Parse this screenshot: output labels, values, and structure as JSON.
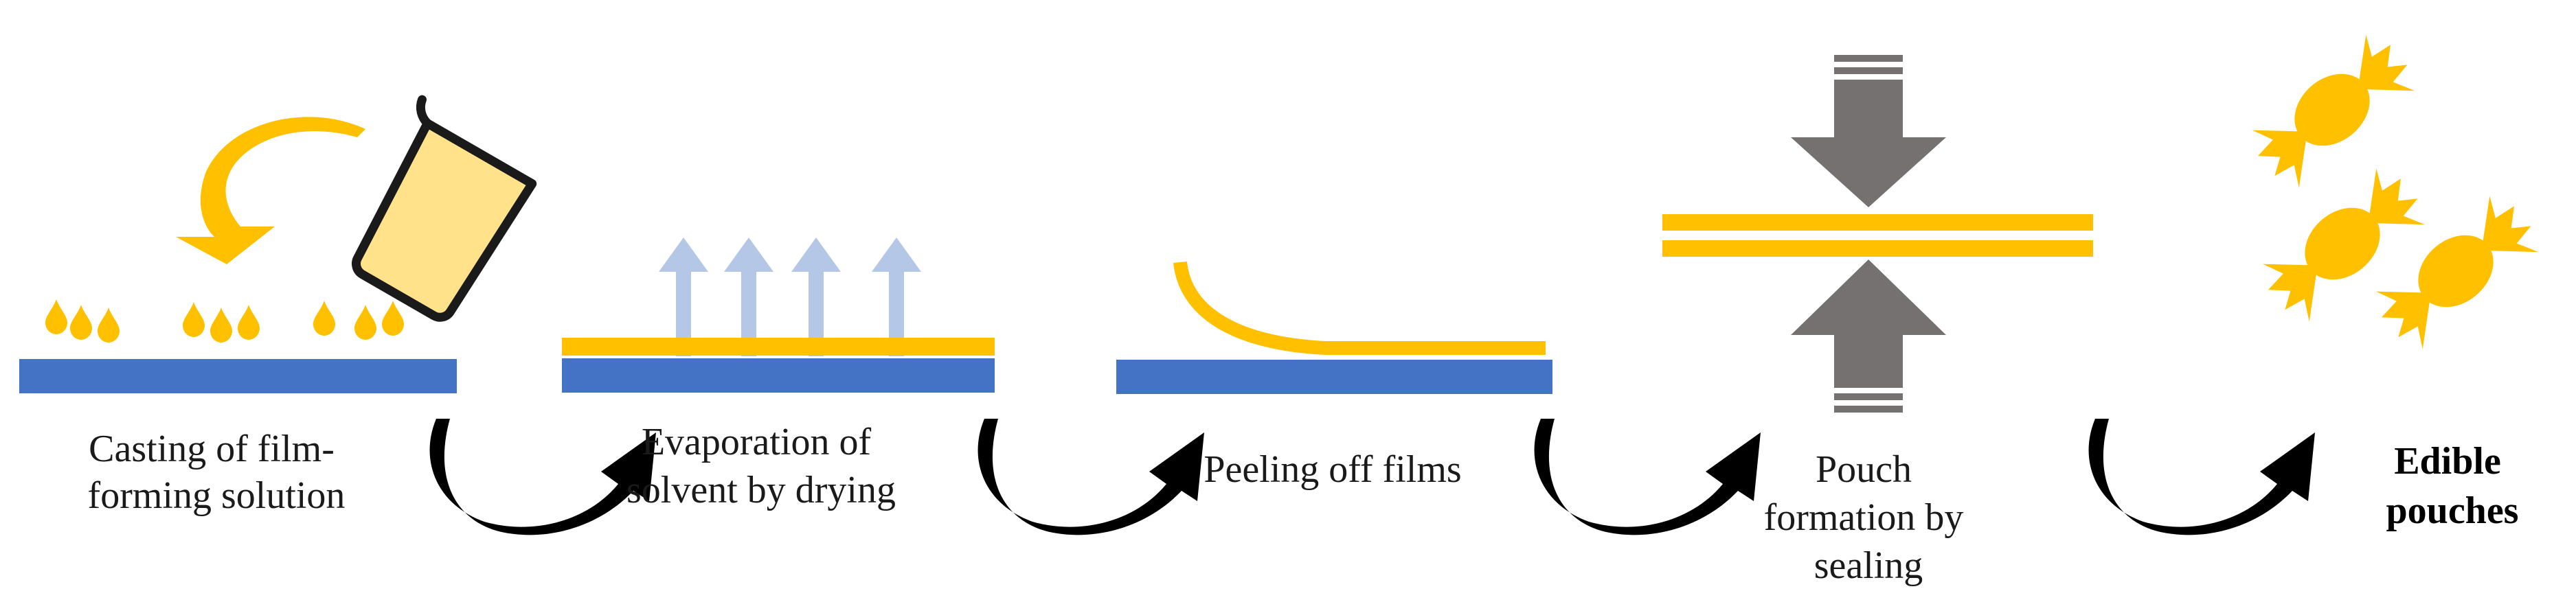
{
  "colors": {
    "yellow": "#FFC000",
    "blue": "#4472C4",
    "beaker_fill": "#FFE28A",
    "arrow_light_blue": "#B4C7E7",
    "press_gray": "#747170",
    "curved_arrow": "#000000"
  },
  "steps": [
    {
      "label_lines": [
        "Casting of film-",
        "forming solution"
      ]
    },
    {
      "label_lines": [
        "Evaporation of",
        "solvent by drying"
      ]
    },
    {
      "label_lines": [
        "Peeling off films"
      ]
    },
    {
      "label_lines": [
        "Pouch",
        "formation by",
        "sealing"
      ]
    },
    {
      "label_lines": [
        "Edible",
        "pouches"
      ]
    }
  ],
  "icons": {
    "pour": "curved-pour-arrow-icon",
    "beaker": "beaker-icon",
    "drop": "drop-icon",
    "evaporation": "up-arrow-icon",
    "press": "press-arrow-icon",
    "transition": "curved-transition-arrow-icon",
    "pouch": "candy-pouch-icon"
  }
}
